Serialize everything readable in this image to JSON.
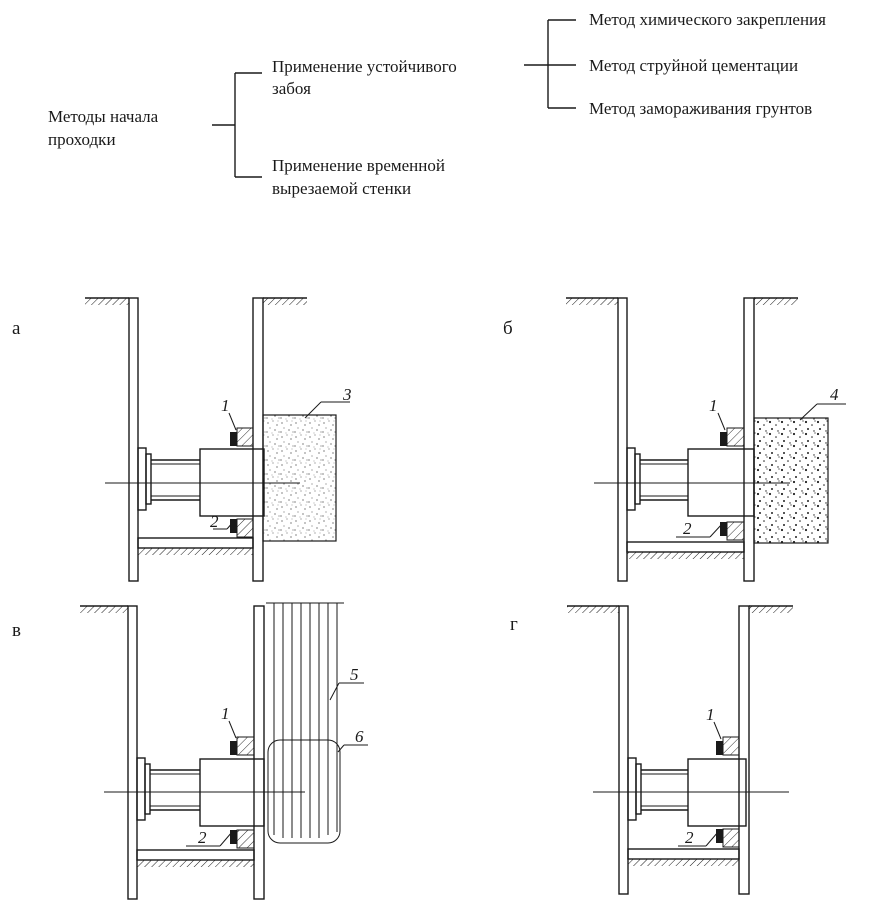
{
  "tree": {
    "root": "Методы начала проходки",
    "root_lines": [
      "Методы начала",
      "проходки"
    ],
    "branch1_lines": [
      "Применение устойчивого",
      "забоя"
    ],
    "branch2_lines": [
      "Применение временной",
      "вырезаемой стенки"
    ],
    "methods": [
      "Метод химического закрепления",
      "Метод струйной цементации",
      "Метод замораживания грунтов"
    ]
  },
  "panels": [
    {
      "letter": "а",
      "labels": [
        "1",
        "2",
        "3"
      ]
    },
    {
      "letter": "б",
      "labels": [
        "1",
        "2",
        "4"
      ]
    },
    {
      "letter": "в",
      "labels": [
        "1",
        "2",
        "5",
        "6"
      ]
    },
    {
      "letter": "г",
      "labels": [
        "1",
        "2"
      ]
    }
  ],
  "colors": {
    "line": "#1a1a1a",
    "background": "#ffffff"
  }
}
